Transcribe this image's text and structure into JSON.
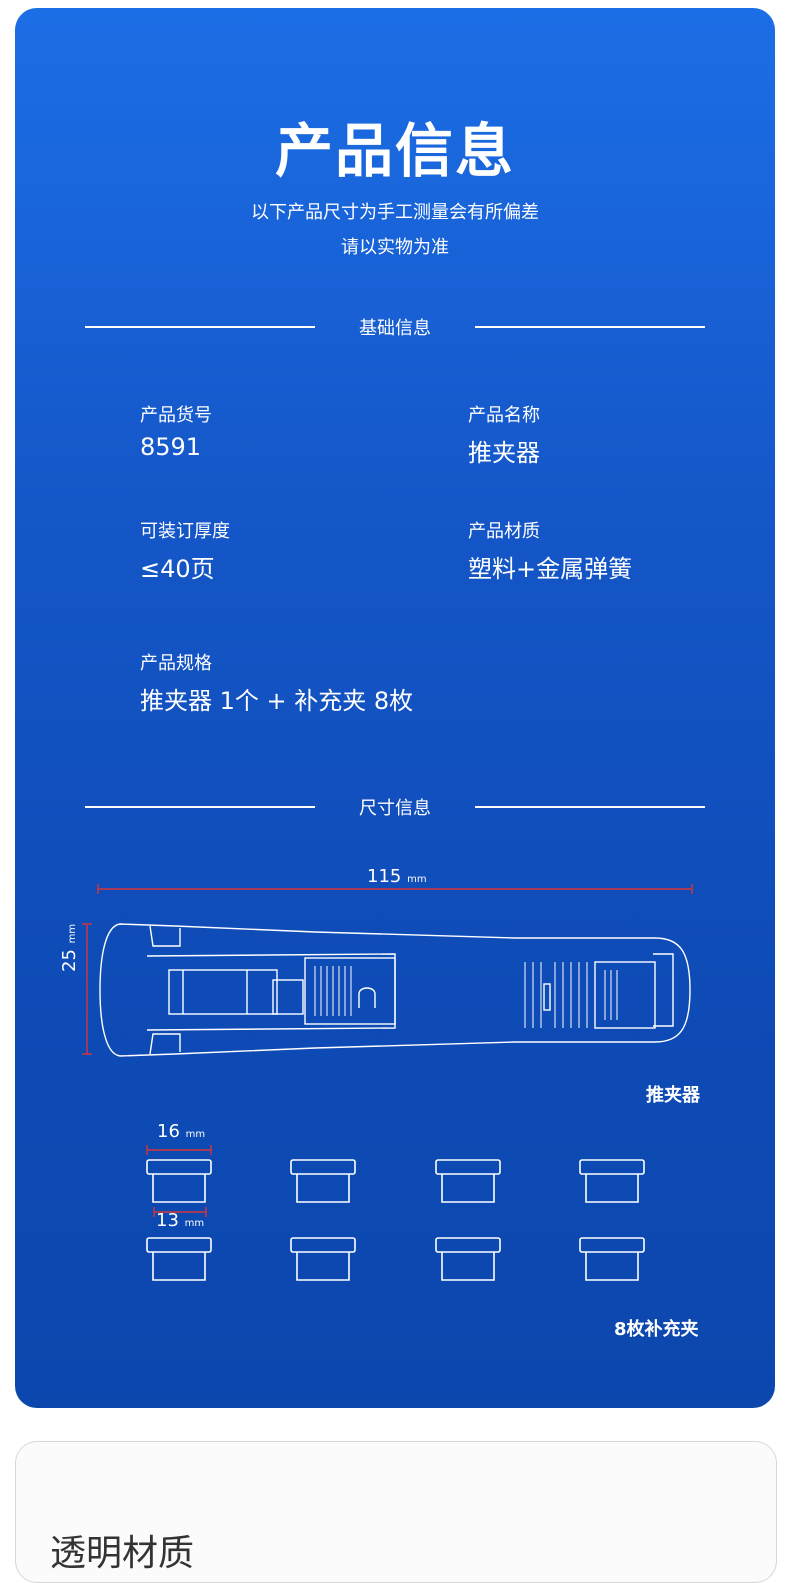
{
  "header": {
    "title": "产品信息",
    "subtitle_1": "以下产品尺寸为手工测量会有所偏差",
    "subtitle_2": "请以实物为准"
  },
  "basic": {
    "heading": "基础信息",
    "items": [
      {
        "label": "产品货号",
        "value": "8591"
      },
      {
        "label": "产品名称",
        "value": "推夹器"
      },
      {
        "label": "可装订厚度",
        "value": "≤40页"
      },
      {
        "label": "产品材质",
        "value": "塑料+金属弹簧"
      },
      {
        "label": "产品规格",
        "value": "推夹器 1个 + 补充夹 8枚"
      }
    ]
  },
  "size": {
    "heading": "尺寸信息",
    "length": "115",
    "height": "25",
    "unit": "mm",
    "pusher_caption": "推夹器",
    "clip_width": "16",
    "clip_inner": "13",
    "clip_caption": "8枚补充夹"
  },
  "next_section": {
    "heading": "透明材质"
  },
  "colors": {
    "accent_line": "#d8343a",
    "card_blue": "#1557c9"
  }
}
